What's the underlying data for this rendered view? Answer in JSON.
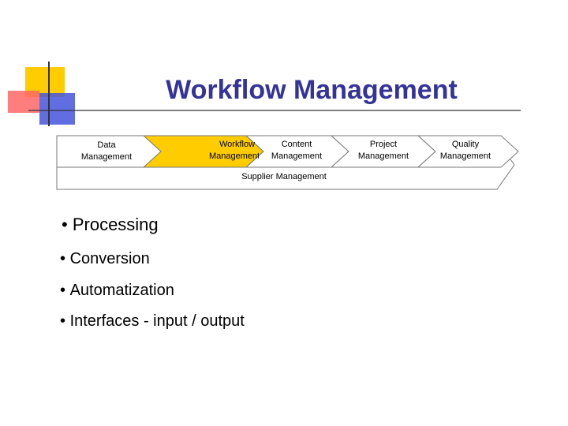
{
  "title": "Workflow Management",
  "process_chain": [
    {
      "line1": "Data",
      "line2": "Management"
    },
    {
      "line1": "Workflow",
      "line2": "Management"
    },
    {
      "line1": "Content",
      "line2": "Management"
    },
    {
      "line1": "Project",
      "line2": "Management"
    },
    {
      "line1": "Quality",
      "line2": "Management"
    }
  ],
  "supplier_bar": "Supplier Management",
  "bullets": {
    "main": "Processing",
    "items": [
      "Conversion",
      "Automatization",
      "Interfaces - input / output"
    ]
  },
  "colors": {
    "title": "#333399",
    "highlight": "#FFCC00",
    "deco_yellow": "#FFCC00",
    "deco_red": "#FF6666",
    "deco_blue": "#4455DD"
  }
}
